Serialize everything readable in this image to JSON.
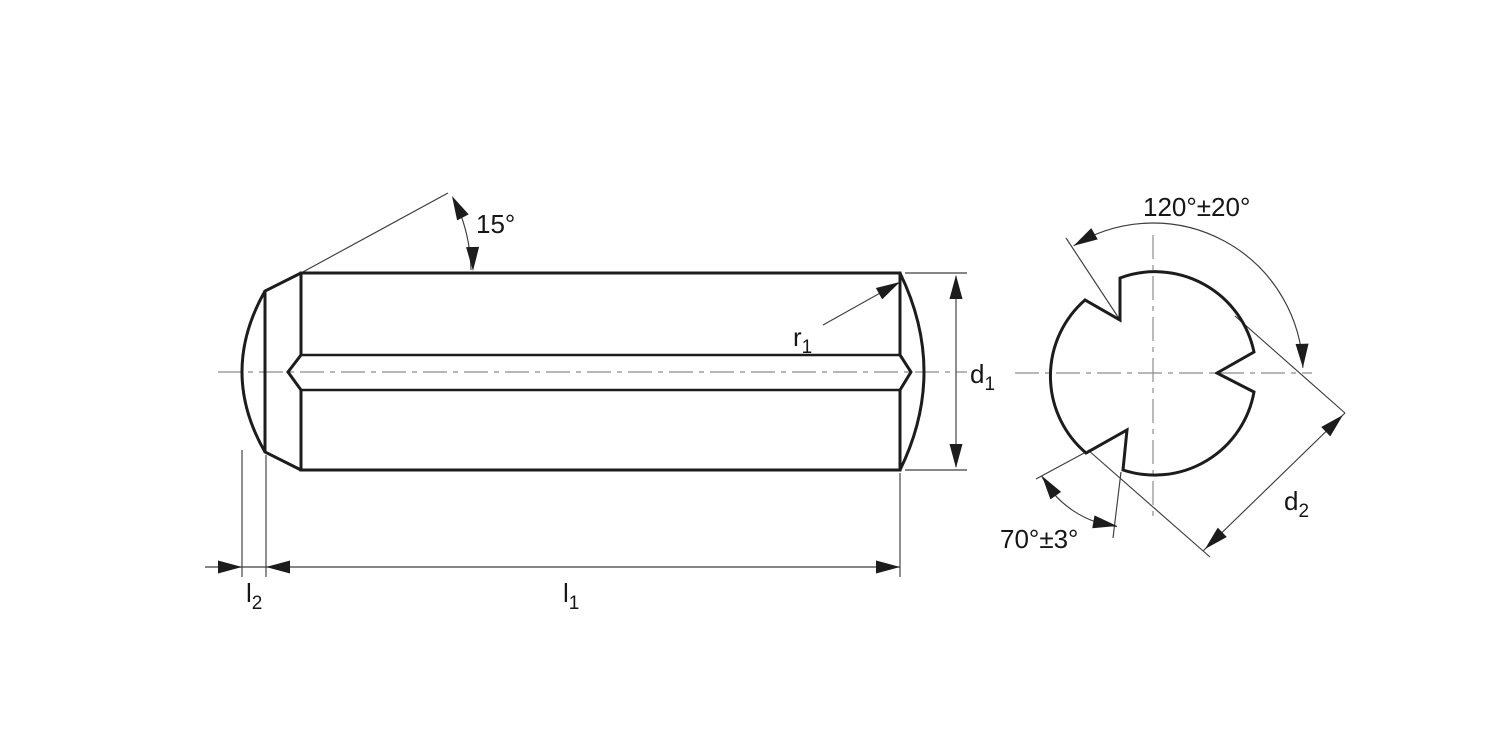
{
  "colors": {
    "outline": "#1c1c1c",
    "thin": "#3d3d3d",
    "centerline": "#8c8c8c",
    "background": "#ffffff"
  },
  "side_view": {
    "chamfer_angle_label": "15°",
    "radius_label": {
      "base": "r",
      "sub": "1"
    },
    "diameter_label": {
      "base": "d",
      "sub": "1"
    },
    "full_length_label": {
      "base": "l",
      "sub": "1"
    },
    "end_length_label": {
      "base": "l",
      "sub": "2"
    }
  },
  "section_view": {
    "groove_spacing_angle_label": "120°±20°",
    "groove_flank_angle_label": "70°±3°",
    "expanded_diameter_label": {
      "base": "d",
      "sub": "2"
    }
  }
}
